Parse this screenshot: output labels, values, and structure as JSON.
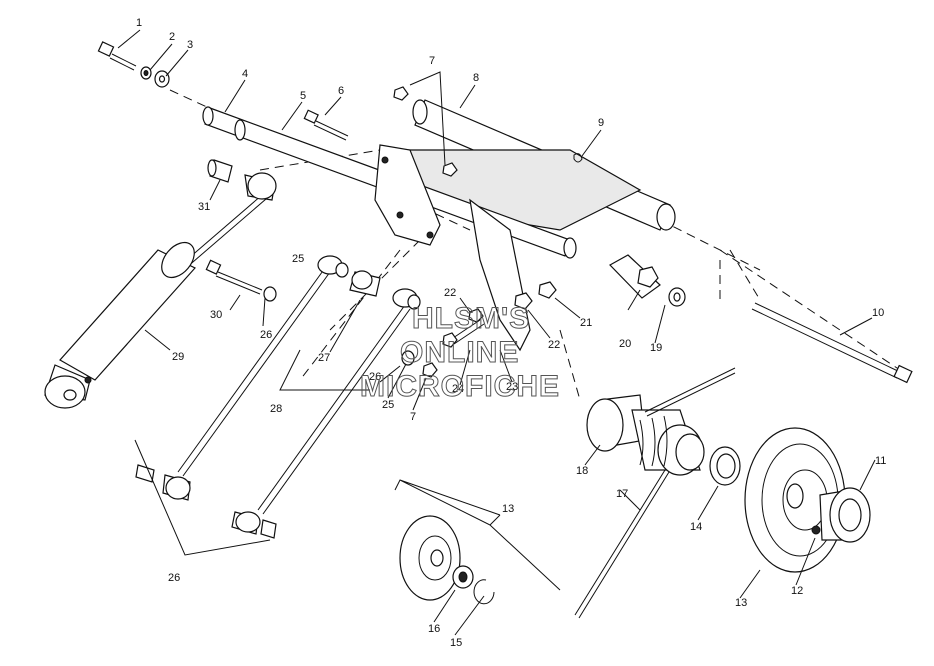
{
  "watermark": [
    "HLSM'S",
    "ONLINE",
    "MICROFICHE"
  ],
  "callouts": [
    "1",
    "2",
    "3",
    "4",
    "5",
    "6",
    "7",
    "8",
    "9",
    "31",
    "30",
    "25",
    "26",
    "27",
    "28",
    "29",
    "22",
    "21",
    "22",
    "20",
    "19",
    "10",
    "26",
    "25",
    "7",
    "24",
    "23",
    "18",
    "11",
    "13",
    "17",
    "14",
    "12",
    "13",
    "26",
    "16",
    "15"
  ]
}
